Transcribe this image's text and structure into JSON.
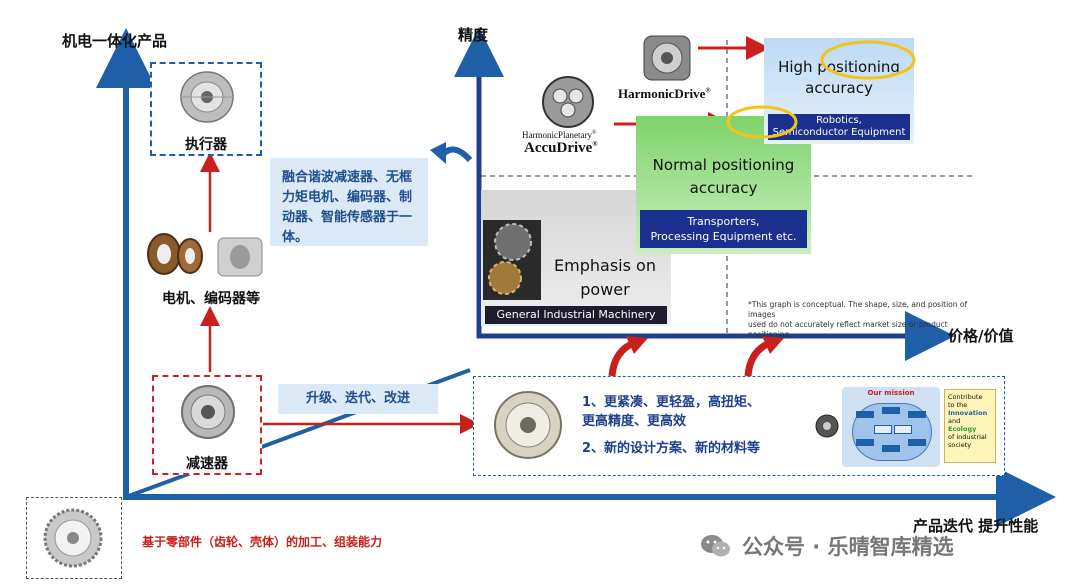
{
  "axes": {
    "left_y_label": "机电一体化产品",
    "bottom_x_label": "产品迭代 提升性能",
    "chart_y_label": "精度",
    "chart_x_label": "价格/价值"
  },
  "ladder": {
    "actuator_label": "执行器",
    "motor_encoder_label": "电机、编码器等",
    "reducer_label": "减速器",
    "base_label": "基于零部件（齿轮、壳体）的加工、组装能力"
  },
  "integration_note": "融合谐波减速器、无框力矩电机、编码器、制动器、智能传感器于一体。",
  "upgrade_chip": "升级、迭代、改进",
  "improvements": {
    "line1": "1、更紧凑、更轻盈，高扭矩、",
    "line2": "更高精度、更高效",
    "line3": "2、新的设计方案、新的材料等"
  },
  "mission": {
    "title": "Our mission",
    "side_line1": "Contribute",
    "side_line2": "to the",
    "side_line3": "Innovation",
    "side_line4": "and",
    "side_line5": "Ecology",
    "side_line6": "of industrial",
    "side_line7": "society"
  },
  "chart": {
    "tiers": [
      {
        "title_line1": "Emphasis on",
        "title_line2": "power",
        "band": "General Industrial Machinery"
      },
      {
        "title_line1": "Normal positioning",
        "title_line2": "accuracy",
        "band_line1": "Transporters,",
        "band_line2": "Processing Equipment etc."
      },
      {
        "title_line1": "High positioning",
        "title_line2": "accuracy",
        "band_line1": "Robotics,",
        "band_line2": "Semiconductor Equipment"
      }
    ],
    "brands": {
      "harmonic_drive": "HarmonicDrive",
      "hp_line1": "HarmonicPlanetary",
      "hp_line2": "AccuDrive",
      "reg": "®"
    },
    "footnote_line1": "*This graph is conceptual. The shape, size, and position of images",
    "footnote_line2": "used do not accurately reflect market size or product positioning."
  },
  "watermark": "公众号 · 乐晴智库精选",
  "colors": {
    "axis_blue": "#1f5fa8",
    "arrow_red": "#c8201c",
    "navy": "#1b2f8e",
    "chip_bg": "#dce9f6"
  }
}
